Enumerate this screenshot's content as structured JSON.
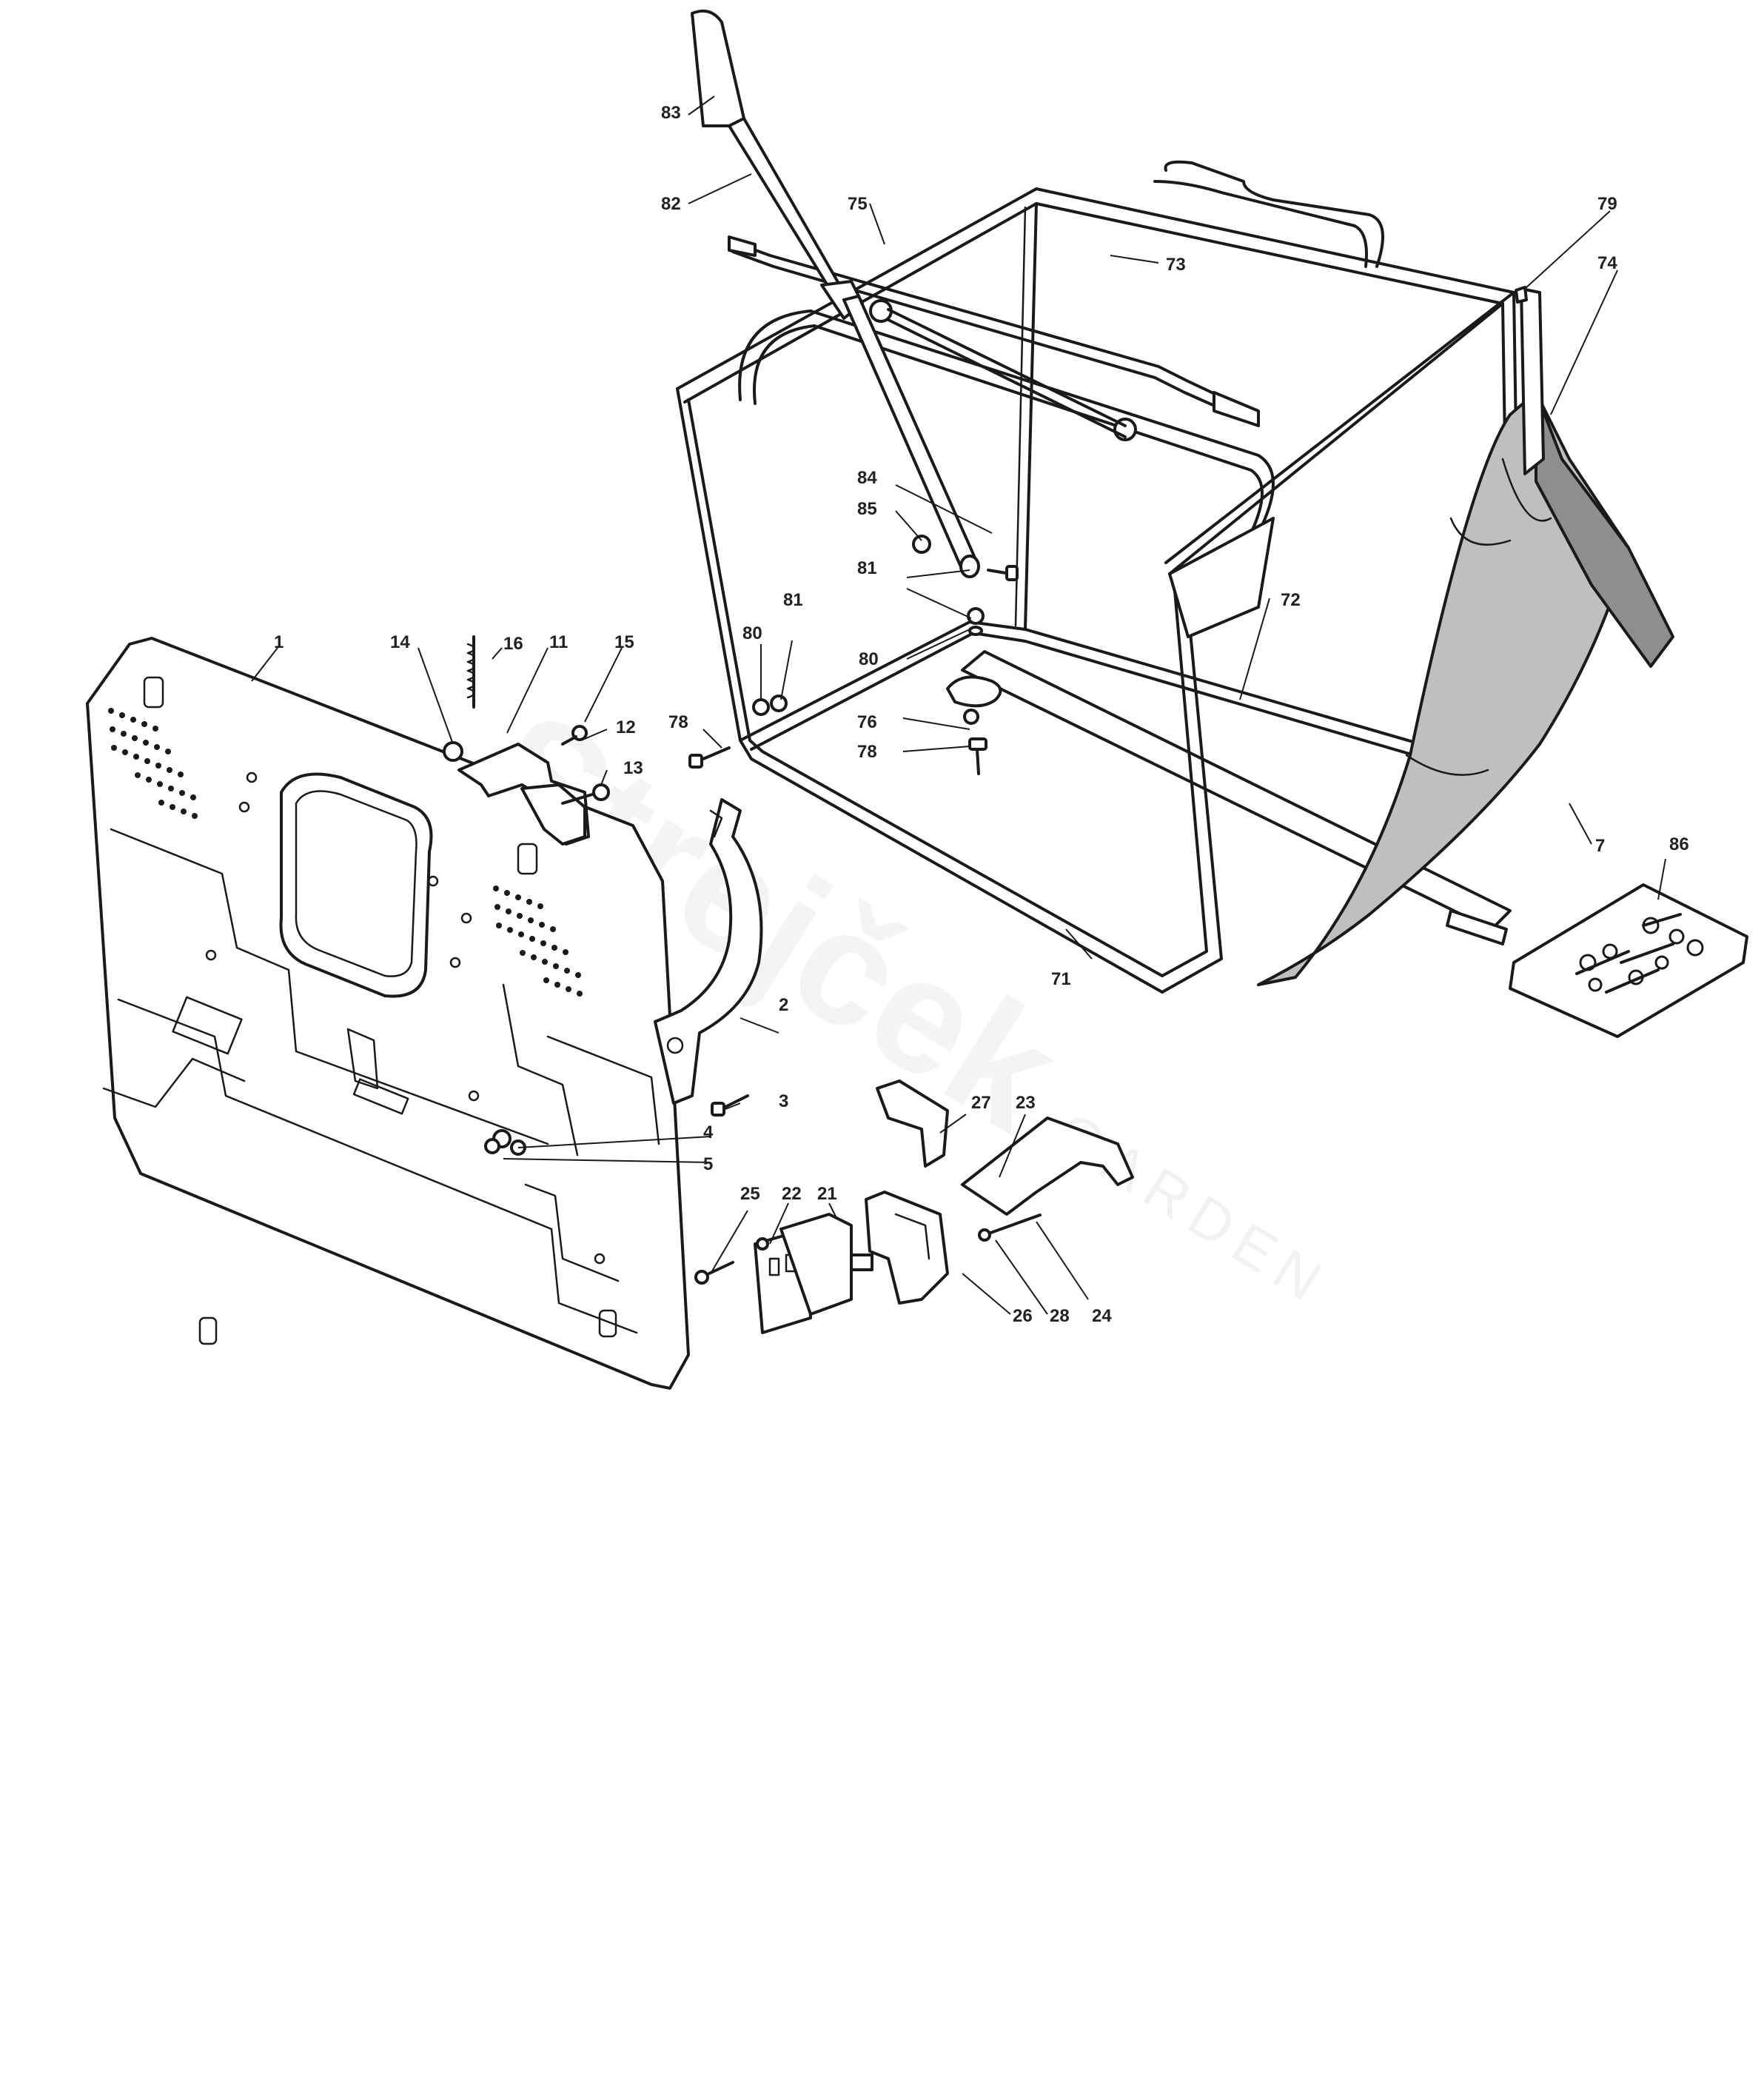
{
  "watermark": {
    "brand": "Strejček",
    "sub": "GARDEN"
  },
  "callouts": [
    "1",
    "2",
    "3",
    "4",
    "5",
    "7",
    "11",
    "12",
    "13",
    "14",
    "15",
    "16",
    "21",
    "22",
    "23",
    "24",
    "25",
    "26",
    "27",
    "28",
    "71",
    "72",
    "73",
    "74",
    "75",
    "76",
    "78",
    "79",
    "80",
    "81",
    "82",
    "83",
    "84",
    "85",
    "86"
  ],
  "colors": {
    "line": "#1a1a1a",
    "bag_fill": "#bfbfbf",
    "bag_fill_dark": "#8e8e8e",
    "background": "#ffffff"
  }
}
